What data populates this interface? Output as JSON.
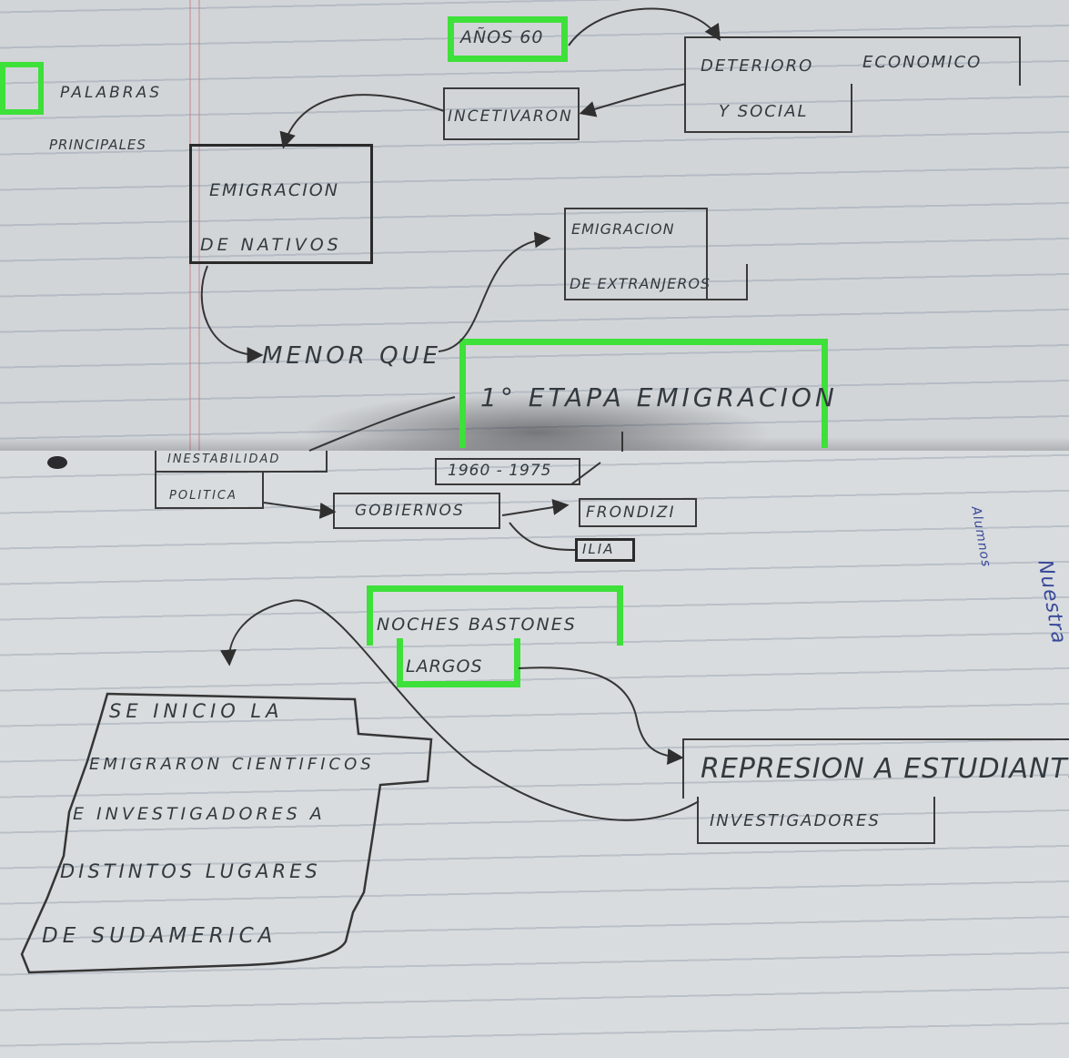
{
  "legend": {
    "line1": "PALABRAS",
    "line2": "PRINCIPALES"
  },
  "top": {
    "anos_60": "AÑOS 60",
    "deterioro_1": "DETERIORO",
    "deterioro_2": "ECONOMICO",
    "deterioro_3": "Y SOCIAL",
    "incentivaron": "INCETIVARON",
    "emigracion_nativos_1": "EMIGRACION",
    "emigracion_nativos_2": "DE NATIVOS",
    "emigracion_extranjeros_1": "EMIGRACION",
    "emigracion_extranjeros_2": "DE EXTRANJEROS",
    "menor_que": "MENOR QUE",
    "etapa": "1° ETAPA EMIGRACION"
  },
  "bottom": {
    "inestabilidad_1": "INESTABILIDAD",
    "inestabilidad_2": "POLITICA",
    "years": "1960 - 1975",
    "gobiernos": "GOBIERNOS",
    "frondizi": "FRONDIZI",
    "ilia": "ILIA",
    "noches_1": "NOCHES BASTONES",
    "noches_2": "LARGOS",
    "represion_1": "REPRESION A ESTUDIANTES",
    "represion_2": "INVESTIGADORES",
    "cientificos_1": "SE INICIO LA",
    "cientificos_2": "EMIGRARON CIENTIFICOS",
    "cientificos_3": "E INVESTIGADORES A",
    "cientificos_4": "DISTINTOS LUGARES",
    "cientificos_5": "DE SUDAMERICA",
    "side_1": "Alumnos",
    "side_2": "Nuestra"
  },
  "colors": {
    "highlight": "#3ee03a",
    "ink": "#333a3f"
  }
}
